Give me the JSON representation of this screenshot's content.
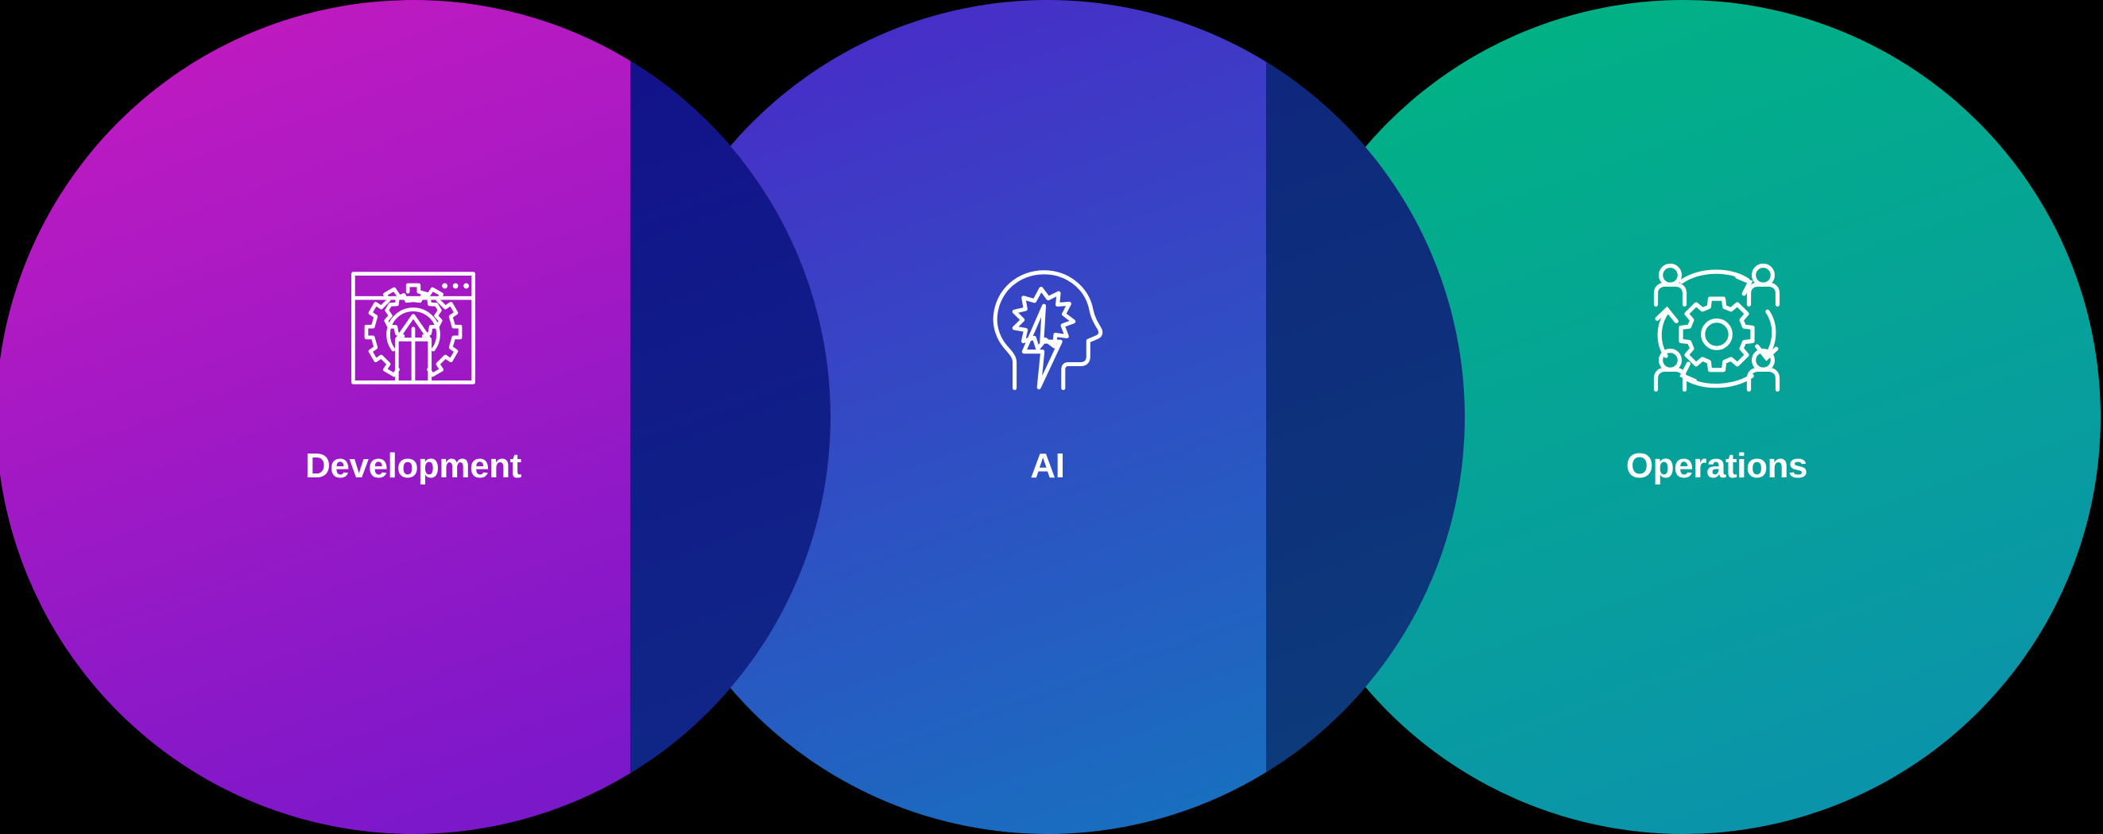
{
  "diagram": {
    "type": "venn",
    "title": "",
    "background_color": "#000000",
    "circle_count": 3,
    "overlap_color": "#130a8c",
    "label_color": "#ffffff"
  },
  "circles": [
    {
      "id": "development",
      "label": "Development",
      "icon": "browser-gear-arrow-icon",
      "gradient_from": "#c71abf",
      "gradient_to": "#7018cc",
      "position": "left"
    },
    {
      "id": "ai",
      "label": "AI",
      "icon": "head-lightning-brain-icon",
      "gradient_from": "#4d26c9",
      "gradient_to": "#1277be",
      "position": "center"
    },
    {
      "id": "operations",
      "label": "Operations",
      "icon": "team-gear-cycle-icon",
      "gradient_from": "#00b580",
      "gradient_to": "#0c8fb0",
      "position": "right"
    }
  ],
  "overlaps": [
    {
      "id": "dev-ai",
      "label": "",
      "color": "#130a8c"
    },
    {
      "id": "ai-ops",
      "label": "",
      "color": "#0c3e7a"
    }
  ]
}
